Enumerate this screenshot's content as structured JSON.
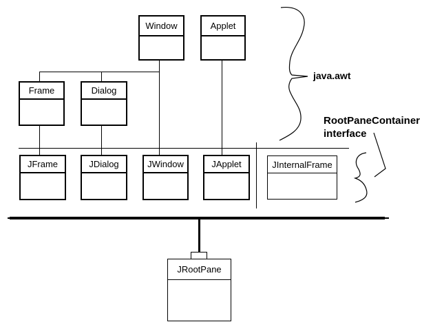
{
  "diagram": {
    "colors": {
      "background": "#ffffff",
      "line": "#000000",
      "text": "#000000"
    },
    "classes": {
      "window": "Window",
      "applet": "Applet",
      "frame": "Frame",
      "dialog": "Dialog",
      "jframe": "JFrame",
      "jdialog": "JDialog",
      "jwindow": "JWindow",
      "japplet": "JApplet",
      "jinternalframe": "JInternalFrame",
      "jrootpane": "JRootPane"
    },
    "annotations": {
      "package": "java.awt",
      "interface_name": "RootPaneContainer",
      "interface_word": "interface"
    }
  }
}
